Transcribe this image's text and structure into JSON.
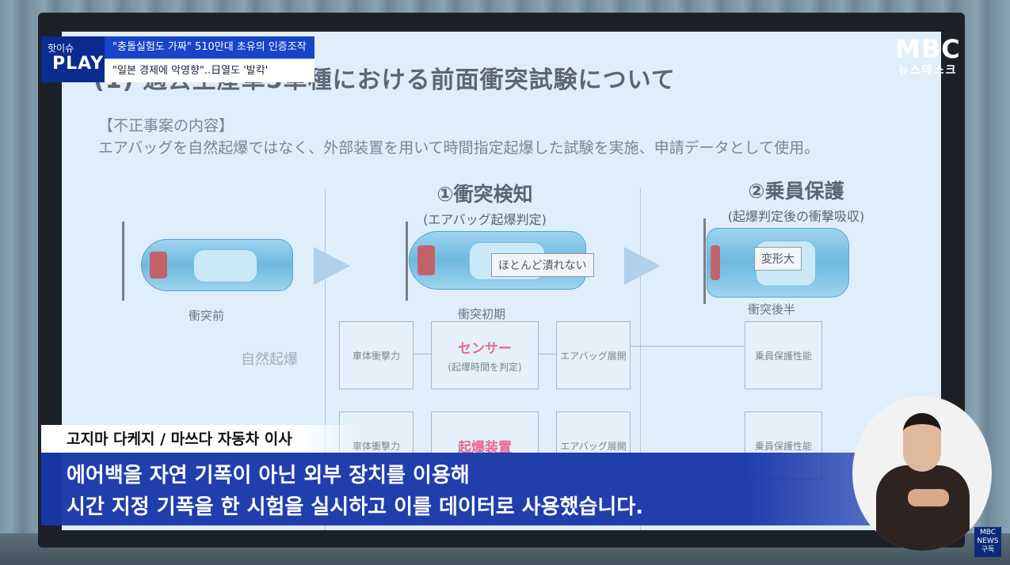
{
  "news_bug": {
    "brand_small": "핫이슈",
    "brand_large": "PLAY",
    "headline_1": "\"충돌실험도 가짜\" 510만대 초유의 인증조작",
    "headline_2": "\"일본 경제에 악영향\"..日열도 '발칵'"
  },
  "channel_logo": {
    "main": "MBC",
    "sub": "뉴스데스크"
  },
  "slide": {
    "title": "(1) 過去生産車5車種における前面衝突試験について",
    "case_label": "【不正事案の内容】",
    "case_description": "エアバッグを自然起爆ではなく、外部装置を用いて時間指定起爆した試験を実施、申請データとして使用。",
    "column_1": {
      "title": "①衝突検知",
      "subtitle": "(エアバッグ起爆判定)"
    },
    "column_2": {
      "title": "②乗員保護",
      "subtitle": "(起爆判定後の衝撃吸収)"
    },
    "stage_labels": [
      "衝突前",
      "衝突初期",
      "衝突後半"
    ],
    "car_tags": [
      "ほとんど潰れない",
      "変形大"
    ],
    "row_label": "自然起爆",
    "boxes_row1": [
      "車体衝撃力",
      "センサー",
      "(起爆時間を判定)",
      "エアバッグ展開",
      "乗員保護性能"
    ],
    "boxes_row2": [
      "車体衝撃力",
      "起爆装置",
      "エアバッグ展開",
      "乗員保護性能"
    ]
  },
  "speaker": "고지마 다케지 / 마쓰다 자동차 이사",
  "caption": {
    "line1": "에어백을 자연 기폭이 아닌 외부 장치를 이용해",
    "line2": "시간 지정 기폭을 한 시험을 실시하고 이를 데이터로 사용했습니다."
  },
  "subscribe_badge": {
    "logo": "MBC NEWS",
    "label": "구독"
  },
  "colors": {
    "caption_bg": "#1937aa",
    "bug_blue": "#1844c9",
    "slide_bg": "#dfeefb",
    "pink": "#e86a8e"
  }
}
